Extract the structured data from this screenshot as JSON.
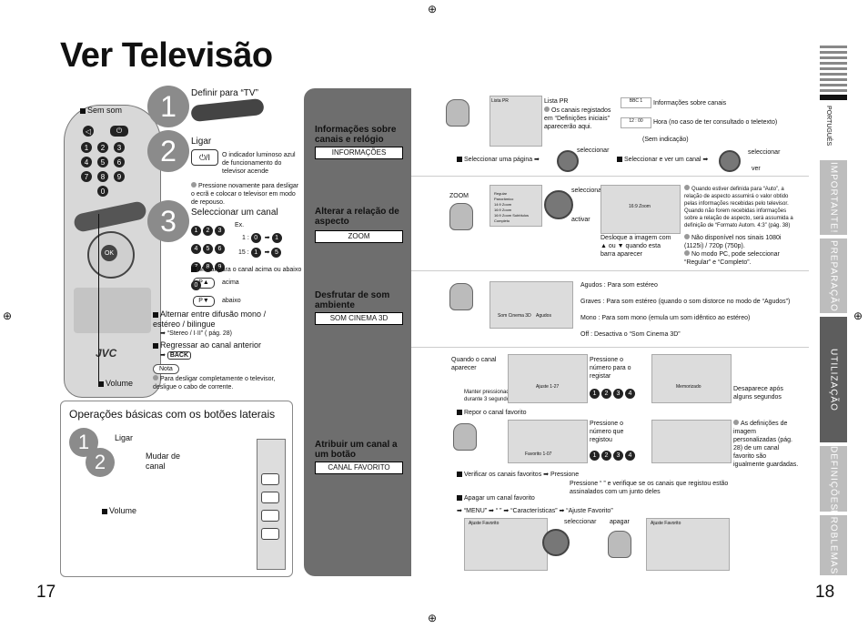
{
  "title": "Ver Televisão",
  "page_left": "17",
  "page_right": "18",
  "steps": {
    "s1_label": "Definir para “TV”",
    "s2_label": "Ligar",
    "s2_note": "O indicador luminoso azul de funcionamento do televisor acende",
    "s2_tip": "Pressione novamente para desligar o ecrã e colocar o televisor em modo de repouso.",
    "s3_label": "Seleccionar um canal",
    "s3_ex": "Ex.",
    "s3_ex1": "1 :",
    "s3_ex15": "15 :",
    "s3_updown": "Mudar para o canal acima ou abaixo",
    "s3_up": "acima",
    "s3_down": "abaixo",
    "mono_label": "Alternar entre difusão mono / estéreo / bilingue",
    "mono_ref": "“Stereo / I·II” ( pág. 28)",
    "back_label": "Regressar ao canal anterior",
    "back_btn": "BACK",
    "nota_label": "Nota",
    "nota_text": "Para desligar completamente o televisor, desligue o cabo de corrente."
  },
  "remote": {
    "mute_label": "Sem som",
    "volume_label": "Volume",
    "brand": "JVC"
  },
  "side_buttons": {
    "title": "Operações básicas com os botões laterais",
    "ligar": "Ligar",
    "mudar": "Mudar de canal",
    "volume": "Volume"
  },
  "sections": {
    "info": {
      "title": "Informações sobre canais e relógio",
      "button": "INFORMAÇÕES",
      "lista_pr": "Lista PR",
      "lista_note": "Os canais registados em “Definições iniciais” aparecerão aqui.",
      "info_canais": "Informações sobre canais",
      "hora": "Hora (no caso de ter consultado o teletexto)",
      "sem_ind": "(Sem indicação)",
      "seleccionar": "seleccionar",
      "sel_pagina": "Seleccionar uma página",
      "sel_ver": "Seleccionar e ver um canal",
      "sel1": "seleccionar",
      "ver": "ver",
      "screen_time": "12 : 00",
      "screen_ch": "BBC 1"
    },
    "zoom": {
      "title": "Alterar a relação de aspecto",
      "button": "ZOOM",
      "zoom_label": "ZOOM",
      "seleccionar": "seleccionar",
      "activar": "activar",
      "desloque": "Desloque a imagem com ▲ ou ▼ quando esta barra aparecer",
      "screen_text": "16:9 Zoom",
      "note1": "Quando estiver definida para “Auto”, a relação de aspecto assumirá o valor obtido pelas informações recebidas pelo televisor. Quando não forem recebidas informações sobre a relação de aspecto, será assumida a definição de “Formato Autom. 4:3” (pág. 38)",
      "note2": "Não disponível nos sinais 1080i (1125i) / 720p (750p).",
      "note3": "No modo PC, pode seleccionar “Regular” e “Completo”.",
      "menu_items": [
        "Regular",
        "Panorâmico",
        "14:9 Zoom",
        "16:9 Zoom",
        "16:9 Zoom Subtítulos",
        "Completo"
      ]
    },
    "sound": {
      "title": "Desfrutar de som ambiente",
      "button": "SOM CINEMA 3D",
      "screen_text": "Som Cinema 3D",
      "screen_val": "Agudos",
      "rows": [
        {
          "k": "Agudos",
          "v": ": Para som estéreo"
        },
        {
          "k": "Graves",
          "v": ": Para som estéreo (quando o som distorce no modo de “Agudos”)"
        },
        {
          "k": "Mono",
          "v": ": Para som mono (emula um som idêntico ao estéreo)"
        },
        {
          "k": "Off",
          "v": ": Desactiva o “Som Cinema 3D”"
        }
      ]
    },
    "fav": {
      "title": "Atribuir um canal a um botão",
      "button": "CANAL FAVORITO",
      "quando": "Quando o canal aparecer",
      "manter": "Manter pressionado durante 3 segundos",
      "pressione_num": "Pressione o número para o registar",
      "desaparece": "Desaparece após alguns segundos",
      "ajuste": "Ajuste 1-27",
      "memorizado": "Memorizado",
      "repor": "Repor o canal favorito",
      "pressione_reg": "Pressione o número que registou",
      "favorito": "Favorito 1-07",
      "definicoes": "As definições de imagem personalizadas (pág. 28) de um canal favorito são igualmente guardadas.",
      "verificar": "Verificar os canais favoritos",
      "verificar_note": "Pressione “ ” e verifique se os canais que registou estão assinalados com um   junto deles",
      "pressione": "Pressione",
      "apagar_title": "Apagar um canal favorito",
      "menu_path": "“MENU” ➡ “ ” ➡ “Características” ➡ “Ajuste Favorito”",
      "seleccionar": "seleccionar",
      "apagar": "apagar",
      "screen_title": "Ajuste Favorito"
    }
  },
  "tabs": [
    {
      "label": "IMPORTANTE!",
      "active": false
    },
    {
      "label": "PREPARAÇÃO",
      "active": false
    },
    {
      "label": "UTILIZAÇÃO",
      "active": true
    },
    {
      "label": "DEFINIÇÕES",
      "active": false
    },
    {
      "label": "PROBLEMAS?",
      "active": false
    }
  ],
  "lang": "PORTUGUÊS"
}
